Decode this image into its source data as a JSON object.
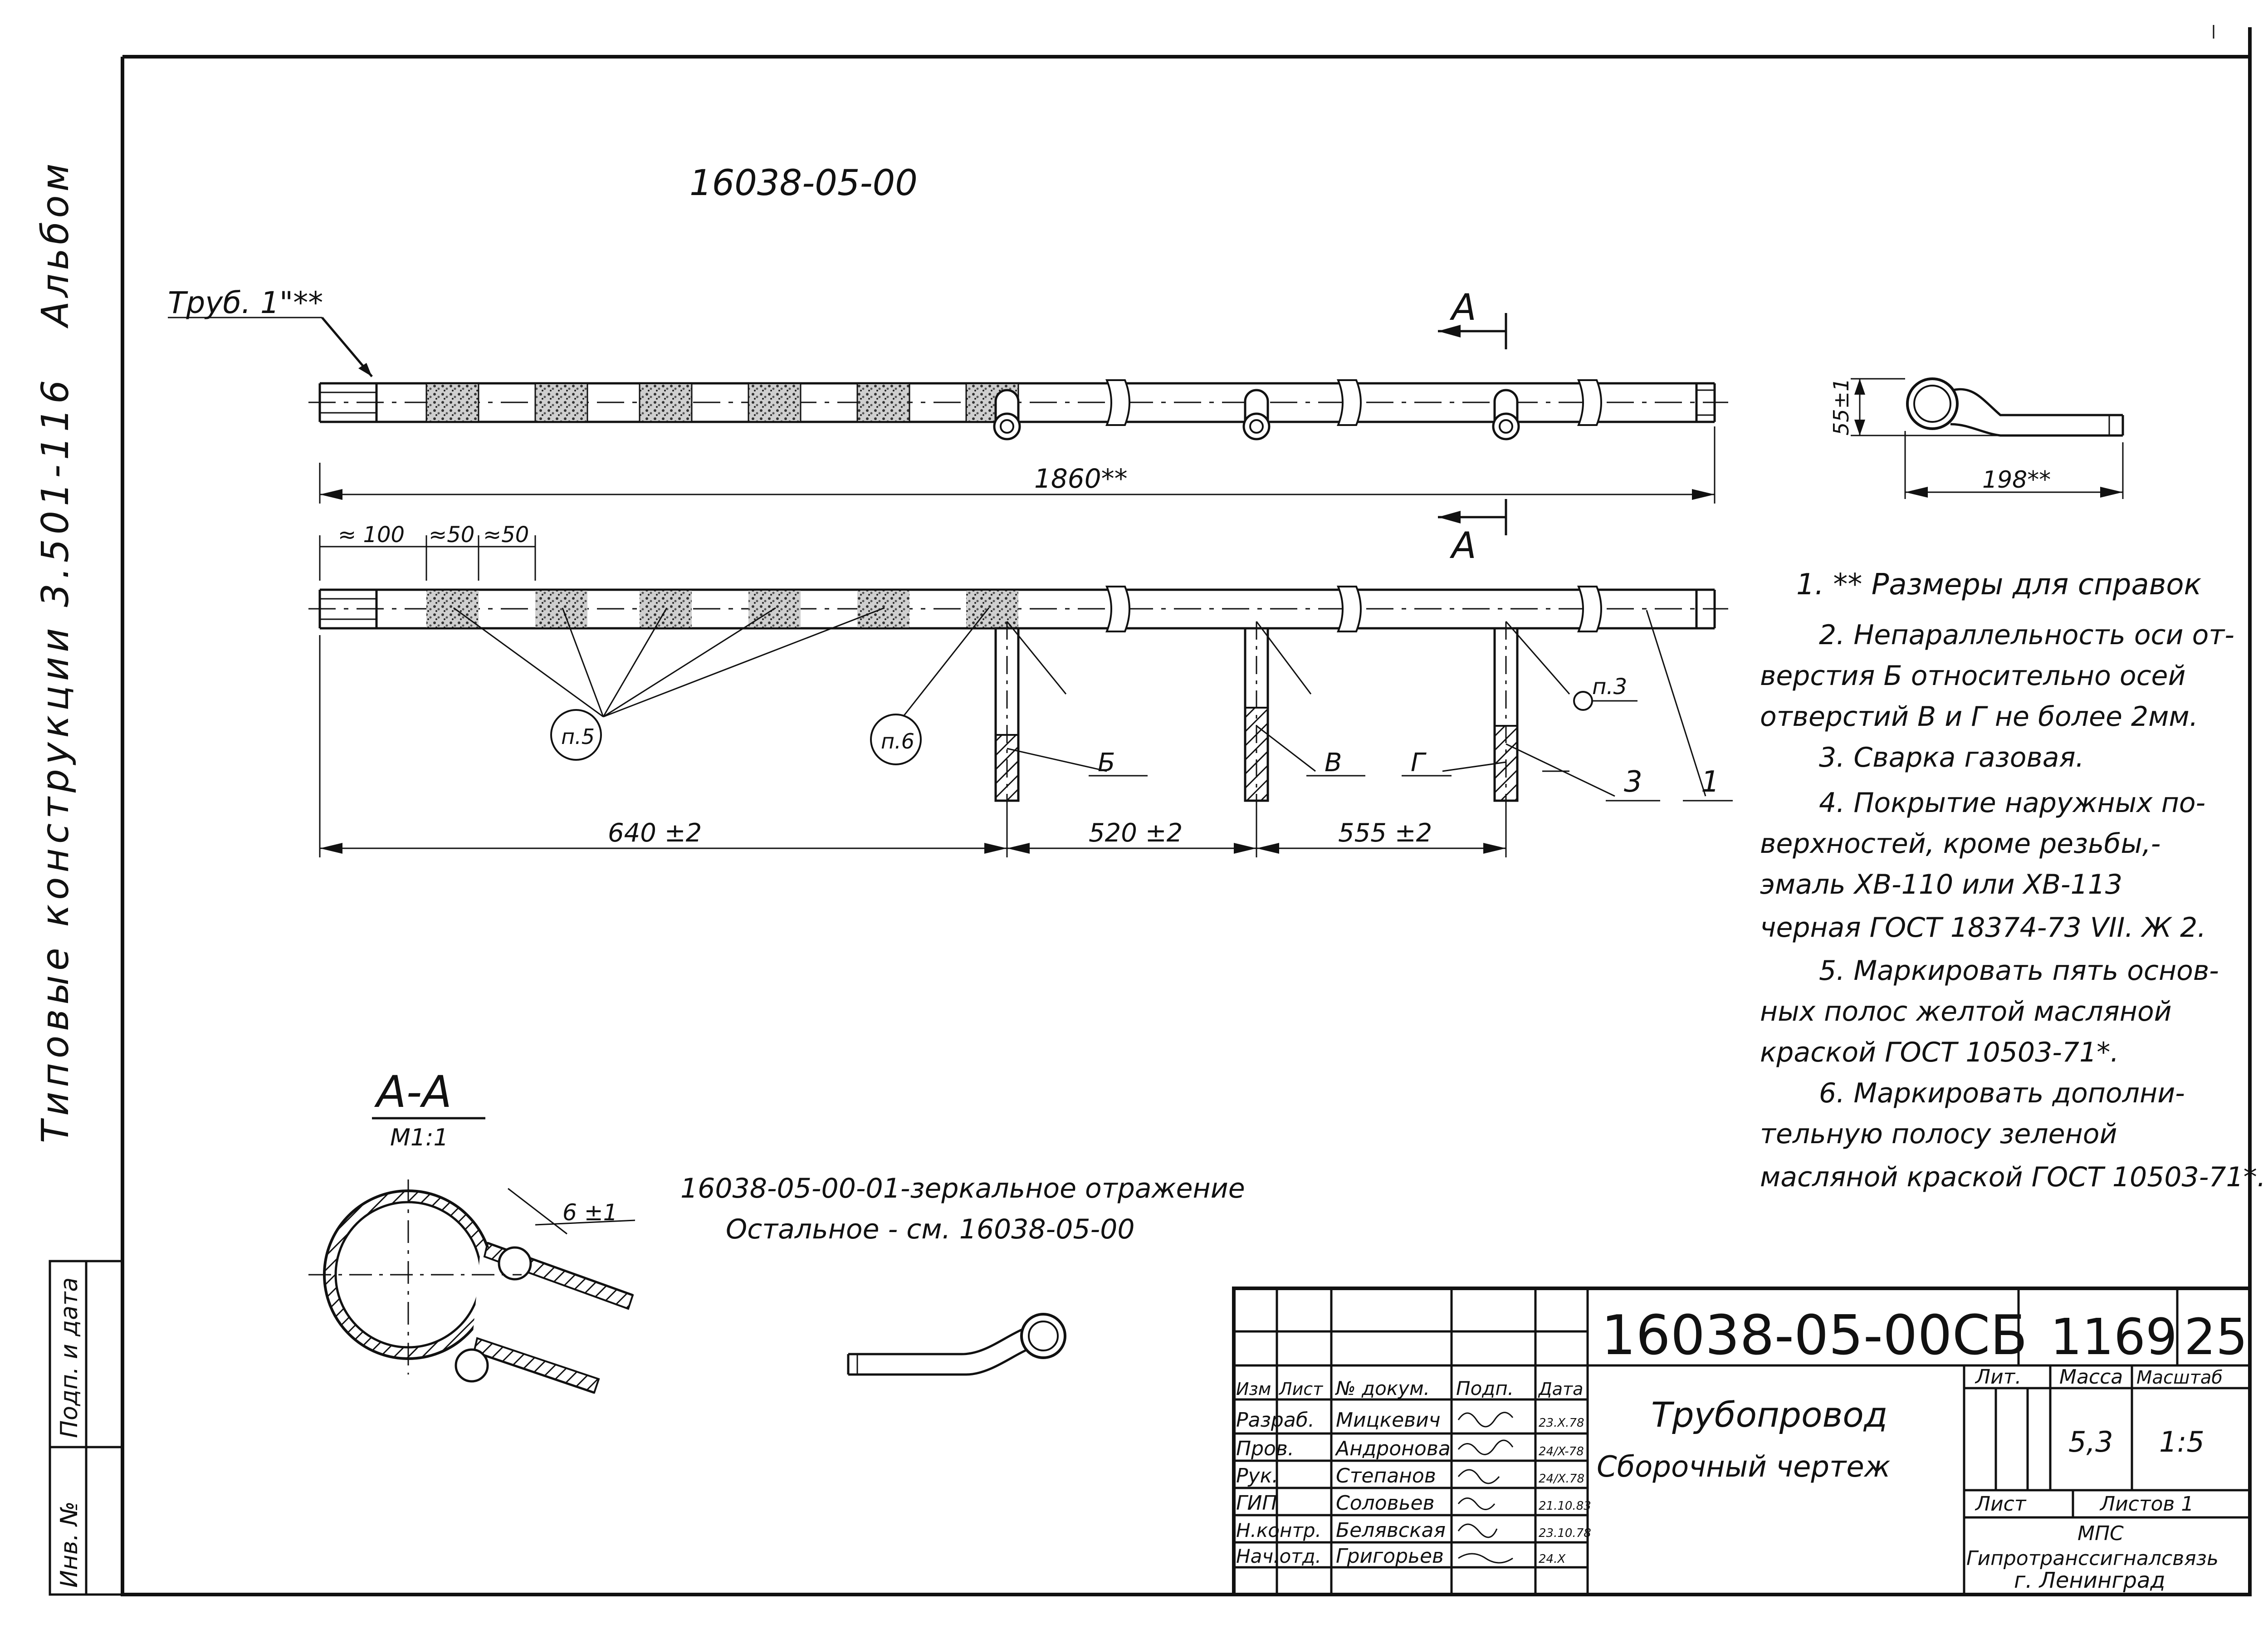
{
  "drawing": {
    "title_number": "16038-05-00",
    "pipe_label": "Труб. 1\"**",
    "section_mark": "А",
    "section_title": "А-А",
    "section_scale": "М1:1",
    "mirror_note_1": "16038-05-00-01-зеркальное отражение",
    "mirror_note_2": "Остальное - см. 16038-05-00"
  },
  "dimensions": {
    "total_length": "1860**",
    "end_offset": "≈ 100",
    "stripe_1": "≈50",
    "stripe_2": "≈50",
    "seg_1": "640 ±2",
    "seg_2": "520 ±2",
    "seg_3": "555 ±2",
    "height_55": "55±1",
    "width_198": "198**",
    "weld_6": "6 ±1"
  },
  "callouts": {
    "p5": "п.5",
    "p6": "п.6",
    "p3": "п.3",
    "b": "Б",
    "v": "В",
    "g": "Г",
    "pos3": "3",
    "pos1": "1"
  },
  "notes": [
    "1. ** Размеры для справок",
    "2. Непараллельность оси от-",
    "верстия Б относительно осей",
    "отверстий В и Г не более 2мм.",
    "3. Сварка газовая.",
    "4. Покрытие наружных по-",
    "верхностей, кроме резьбы,-",
    "эмаль ХВ-110 или ХВ-113",
    "черная ГОСТ 18374-73 VII. Ж 2.",
    "5. Маркировать пять основ-",
    "ных полос желтой масляной",
    "краской ГОСТ 10503-71*.",
    "6. Маркировать дополни-",
    "тельную полосу зеленой",
    "масляной краской ГОСТ 10503-71*."
  ],
  "side_margin": {
    "album_1": "Типовые   конструкции 3.501-116",
    "album_2": "Альбом",
    "field_1": "Инв. №",
    "field_2": "Подп. и дата"
  },
  "title_block": {
    "designation": "16038-05-00СБ",
    "number_1": "1169",
    "number_2": "25",
    "name_1": "Трубопровод",
    "name_2": "Сборочный чертеж",
    "col_izm": "Изм",
    "col_list": "Лист",
    "col_doc": "№ докум.",
    "col_podp": "Подп.",
    "col_data": "Дата",
    "lit": "Лит.",
    "massa": "Масса",
    "masshtab": "Масштаб",
    "massa_value": "5,3",
    "scale_value": "1:5",
    "sheet": "Лист",
    "sheets": "Листов 1",
    "org_1": "МПС",
    "org_2": "Гипротранссигналсвязь",
    "org_3": "г. Ленинград",
    "rows": [
      {
        "role": "Разраб.",
        "name": "Мицкевич",
        "date": "23.X.78"
      },
      {
        "role": "Пров.",
        "name": "Андронова",
        "date": "24/X-78"
      },
      {
        "role": "Рук.",
        "name": "Степанов",
        "date": "24/X.78"
      },
      {
        "role": "ГИП",
        "name": "Соловьев",
        "date": "21.10.83"
      },
      {
        "role": "Н.контр.",
        "name": "Белявская",
        "date": "23.10.78"
      },
      {
        "role": "Нач.отд.",
        "name": "Григорьев",
        "date": "24.X"
      }
    ]
  }
}
